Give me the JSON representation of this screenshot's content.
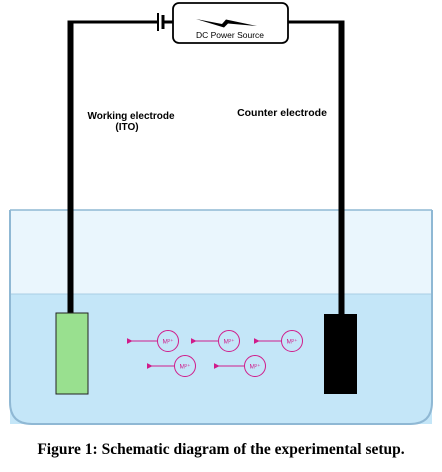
{
  "power_source": {
    "label": "DC Power Source"
  },
  "electrodes": {
    "working_label_line1": "Working electrode",
    "working_label_line2": "(ITO)",
    "counter_label": "Counter electrode"
  },
  "ions": [
    {
      "label": "M²⁺"
    },
    {
      "label": "M²⁺"
    },
    {
      "label": "M²⁺"
    },
    {
      "label": "M²⁺"
    },
    {
      "label": "M²⁺"
    }
  ],
  "caption": {
    "text": "Figure 1: Schematic diagram of the experimental setup."
  },
  "colors": {
    "electrolyte": "#c4e6f8",
    "container_border": "#8fb8d4",
    "wire": "#000000",
    "working_electrode": "#99e08f",
    "counter_electrode": "#000000",
    "ion": "#d01c8b",
    "power_box_fill": "#ffffff"
  }
}
